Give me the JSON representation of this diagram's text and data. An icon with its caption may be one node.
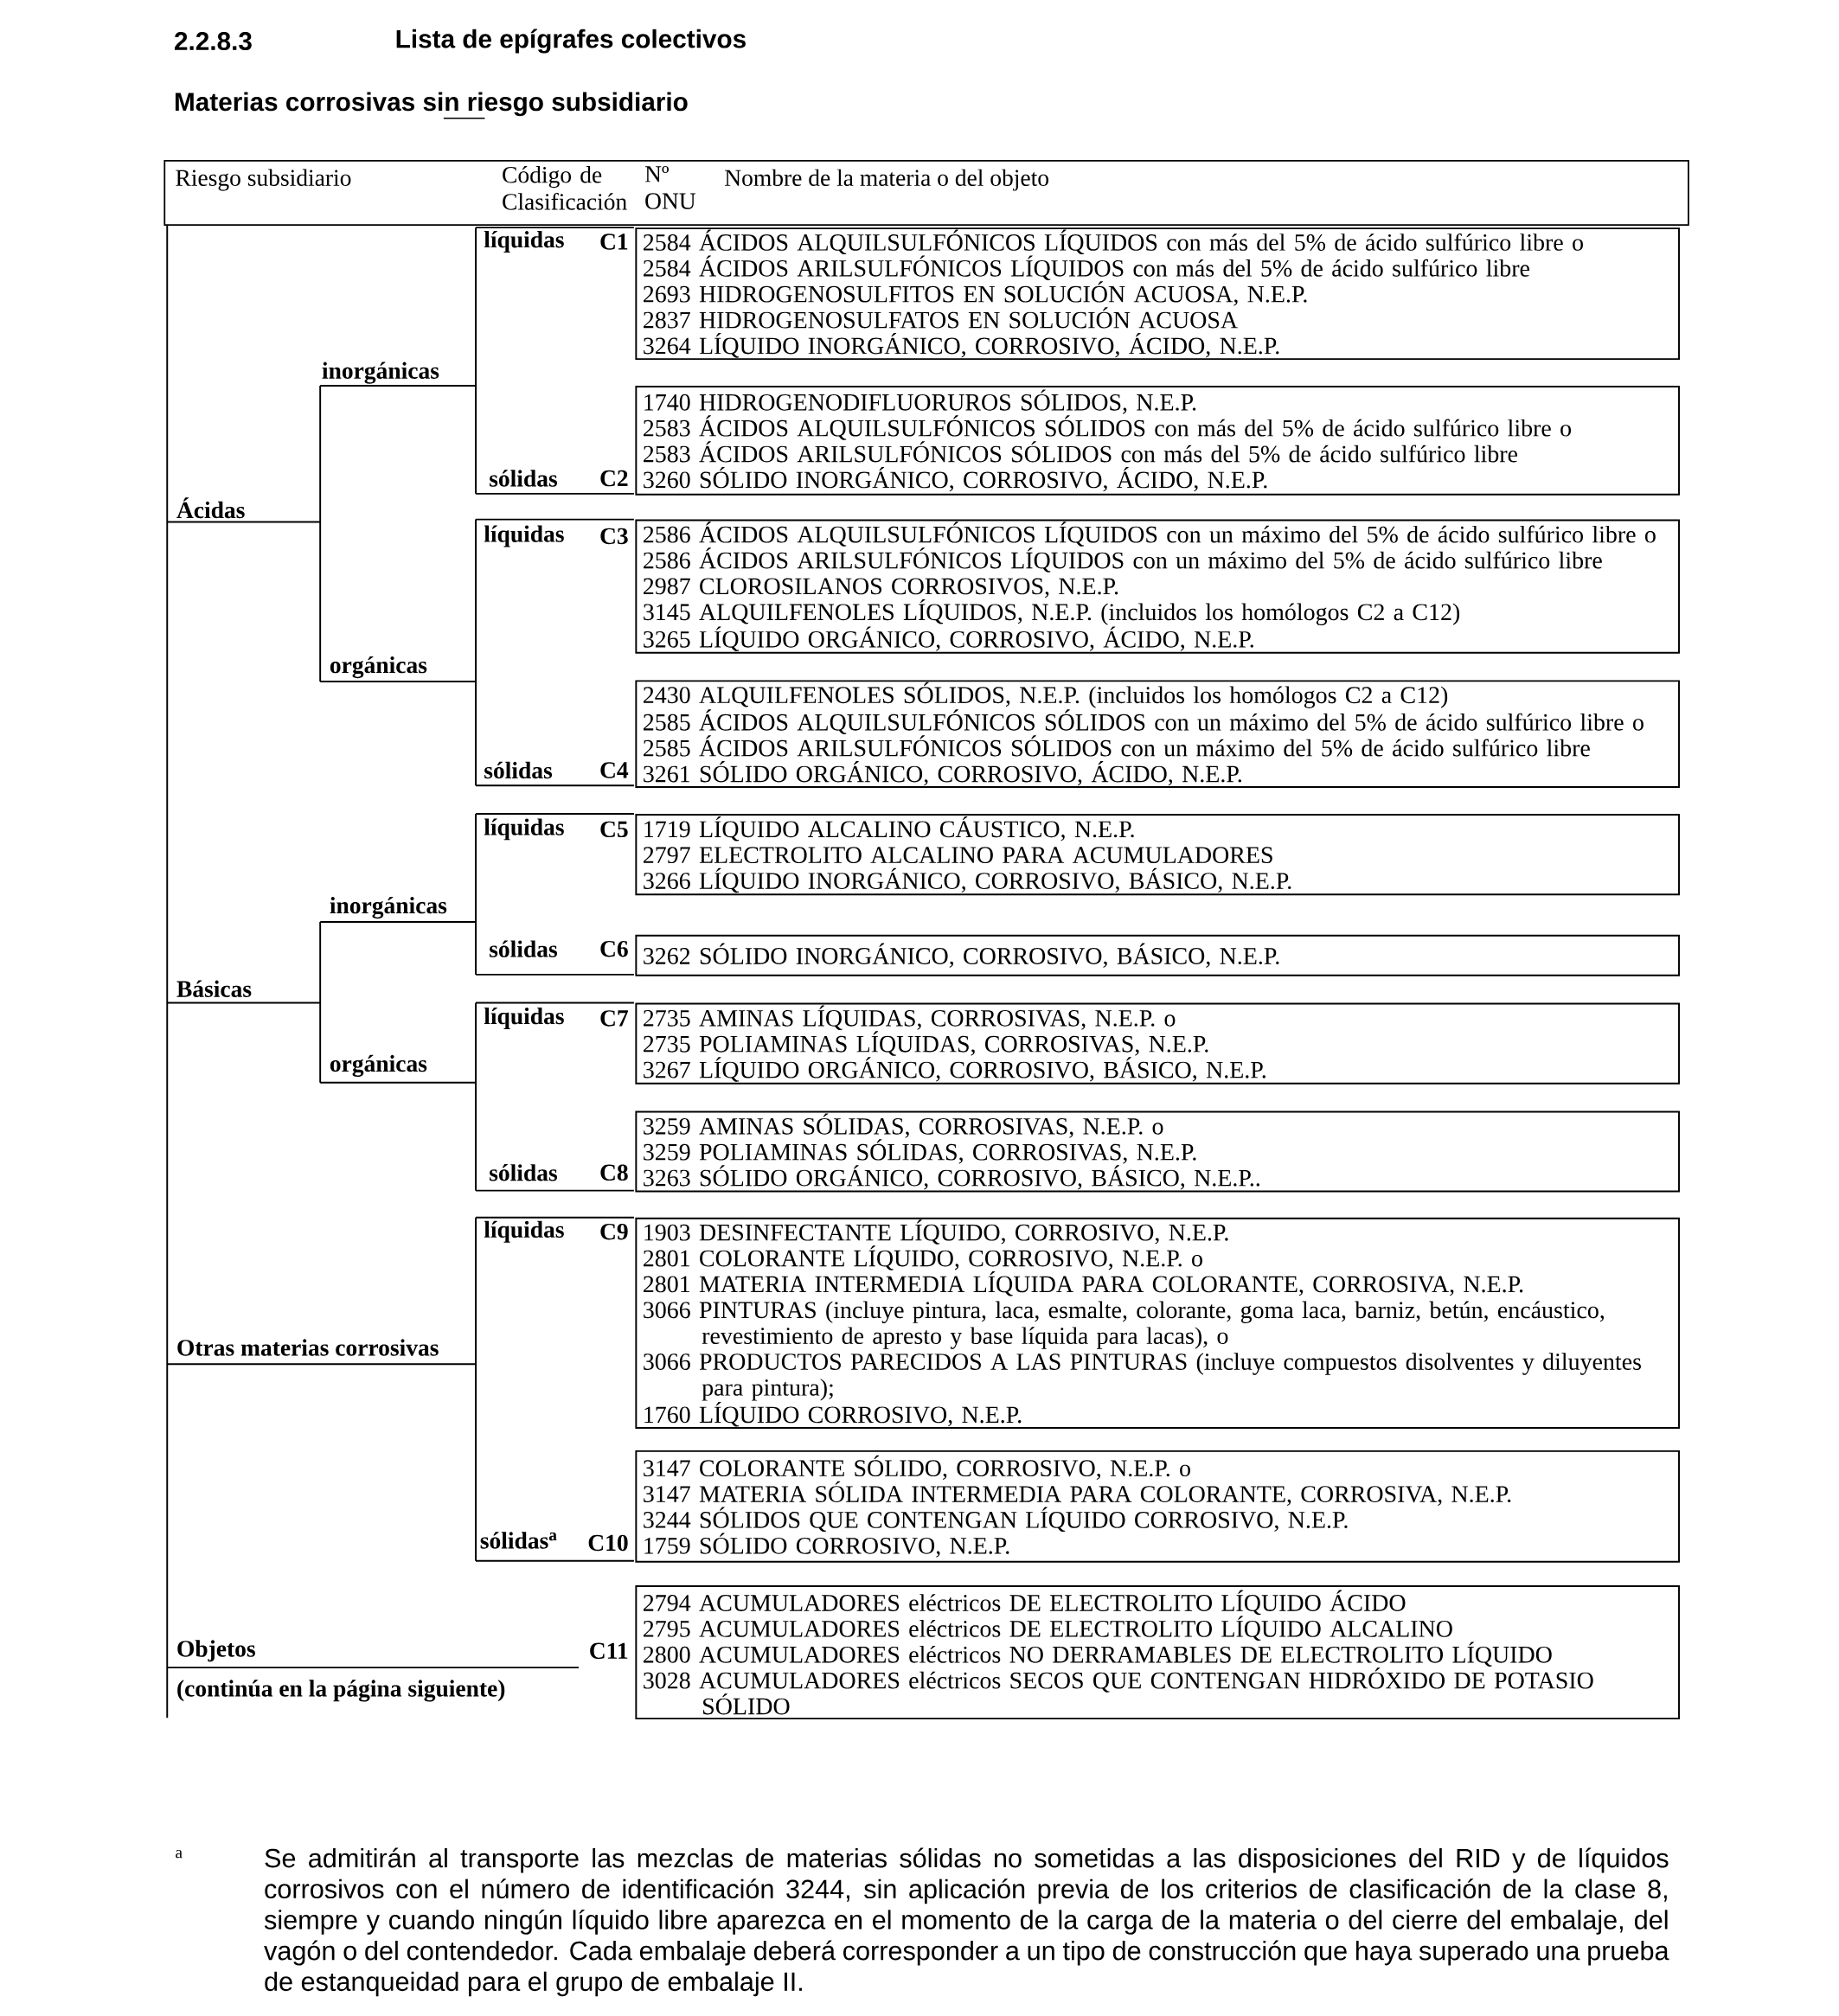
{
  "diagram": {
    "nodes": [
      {
        "text": [
          "2584 ÁCIDOS ALQUILSULFÓNICOS LÍQUIDOS con más del 5% de ácido sulfúrico libre o",
          "2584 ÁCIDOS ARILSULFÓNICOS LÍQUIDOS con más del 5% de ácido sulfúrico libre",
          "2693 HIDROGENOSULFITOS EN SOLUCIÓN ACUOSA, N.E.P.",
          "2837 HIDROGENOSULFATOS EN SOLUCIÓN ACUOSA",
          "3264 LÍQUIDO INORGÁNICO, CORROSIVO, ÁCIDO, N.E.P."
        ],
        "beside": [
          "C1"
        ]
      },
      {
        "text": [
          "1740 HIDROGENODIFLUORUROS SÓLIDOS, N.E.P.",
          "2583 ÁCIDOS ALQUILSULFÓNICOS SÓLIDOS con más del 5% de ácido sulfúrico libre o",
          "2583 ÁCIDOS ARILSULFÓNICOS SÓLIDOS con más del 5% de ácido sulfúrico libre",
          "3260 SÓLIDO INORGÁNICO, CORROSIVO, ÁCIDO, N.E.P."
        ],
        "beside": [
          "C2"
        ]
      },
      {
        "text": [
          "2586 ÁCIDOS ALQUILSULFÓNICOS LÍQUIDOS con un máximo del 5% de ácido sulfúrico libre o",
          "2586 ÁCIDOS ARILSULFÓNICOS LÍQUIDOS con un máximo del 5% de ácido sulfúrico libre",
          "2987 CLOROSILANOS CORROSIVOS, N.E.P.",
          "3145 ALQUILFENOLES LÍQUIDOS, N.E.P. (incluidos los homólogos C2 a C12)",
          "3265 LÍQUIDO ORGÁNICO, CORROSIVO, ÁCIDO, N.E.P."
        ],
        "beside": [
          "C3"
        ]
      },
      {
        "text": [
          "2430 ALQUILFENOLES SÓLIDOS, N.E.P. (incluidos los homólogos C2 a C12)",
          "2585 ÁCIDOS ALQUILSULFÓNICOS SÓLIDOS con un máximo del 5% de ácido sulfúrico libre o",
          "2585 ÁCIDOS ARILSULFÓNICOS SÓLIDOS con un máximo del 5% de ácido sulfúrico libre",
          "3261 SÓLIDO ORGÁNICO, CORROSIVO, ÁCIDO, N.E.P."
        ],
        "beside": [
          "C4"
        ]
      },
      {
        "text": [
          "1719 LÍQUIDO ALCALINO CÁUSTICO, N.E.P.",
          "2797 ELECTROLITO ALCALINO PARA ACUMULADORES",
          "3266 LÍQUIDO INORGÁNICO, CORROSIVO, BÁSICO, N.E.P."
        ],
        "beside": [
          "C5"
        ]
      },
      {
        "text": [
          "3262 SÓLIDO INORGÁNICO, CORROSIVO, BÁSICO, N.E.P."
        ],
        "beside": [
          "C6"
        ]
      },
      {
        "text": [
          "2735 AMINAS LÍQUIDAS, CORROSIVAS, N.E.P. o",
          "2735 POLIAMINAS LÍQUIDAS, CORROSIVAS, N.E.P.",
          "3267 LÍQUIDO ORGÁNICO, CORROSIVO, BÁSICO, N.E.P."
        ],
        "beside": [
          "C7"
        ]
      },
      {
        "text": [
          "3259 AMINAS SÓLIDAS, CORROSIVAS, N.E.P. o",
          "3259 POLIAMINAS SÓLIDAS, CORROSIVAS, N.E.P.",
          "3263 SÓLIDO ORGÁNICO, CORROSIVO, BÁSICO, N.E.P.."
        ],
        "beside": [
          "C8"
        ]
      },
      {
        "text": [
          "1903 DESINFECTANTE LÍQUIDO, CORROSIVO, N.E.P.",
          "2801 COLORANTE LÍQUIDO, CORROSIVO, N.E.P. o",
          "2801 MATERIA INTERMEDIA LÍQUIDA PARA COLORANTE, CORROSIVA, N.E.P.",
          "3066 PINTURAS (incluye pintura, laca, esmalte, colorante, goma laca, barniz, betún, encáustico, revestimiento de apresto y base líquida para lacas), o",
          "3066 PRODUCTOS PARECIDOS A LAS PINTURAS (incluye compuestos disolventes y diluyentes para pintura);",
          "1760 LÍQUIDO CORROSIVO, N.E.P."
        ],
        "beside": [
          "C9"
        ]
      },
      {
        "text": [
          "3147 COLORANTE SÓLIDO, CORROSIVO, N.E.P. o",
          "3147 MATERIA SÓLIDA INTERMEDIA PARA COLORANTE, CORROSIVA, N.E.P.",
          "3244 SÓLIDOS QUE CONTENGAN LÍQUIDO CORROSIVO, N.E.P.",
          "1759 SÓLIDO CORROSIVO, N.E.P."
        ],
        "beside": [
          "C10"
        ]
      },
      {
        "text": [
          "2794 ACUMULADORES eléctricos DE ELECTROLITO LÍQUIDO ÁCIDO",
          "2795 ACUMULADORES eléctricos DE ELECTROLITO LÍQUIDO ALCALINO",
          "2800 ACUMULADORES eléctricos NO DERRAMABLES DE ELECTROLITO LÍQUIDO",
          "3028 ACUMULADORES eléctricos SECOS QUE CONTENGAN HIDRÓXIDO DE POTASIO SÓLIDO"
        ],
        "beside": [
          "C11"
        ]
      }
    ],
    "labels": [
      "2.2.8.3",
      "Lista de epígrafes colectivos",
      "Materias corrosivas sin riesgo subsidiario",
      "Riesgo subsidiario",
      "Código de Clasificación",
      "Nº ONU",
      "Nombre de la materia o del objeto",
      "Ácidas",
      "inorgánicas",
      "líquidas",
      "sólidas",
      "orgánicas",
      "líquidas",
      "sólidas",
      "Básicas",
      "inorgánicas",
      "líquidas",
      "sólidas",
      "orgánicas",
      "líquidas",
      "sólidas",
      "Otras materias corrosivas",
      "líquidas",
      "sólidas$^{a}$",
      "Objetos",
      "(continúa en la página siguiente)",
      "a",
      "Se admitirán al transporte las mezclas de materias sólidas no sometidas a las disposiciones del RID y de líquidos corrosivos con el número de identificación 3244, sin aplicación previa de los criterios de clasificación de la clase 8, siempre y cuando ningún líquido libre aparezca en el momento de la carga de la materia o del cierre del embalaje, del vagón o del contendedor. Cada embalaje deberá corresponder a un tipo de construcción que haya superado una prueba de estanqueidad para el grupo de embalaje II."
    ]
  }
}
